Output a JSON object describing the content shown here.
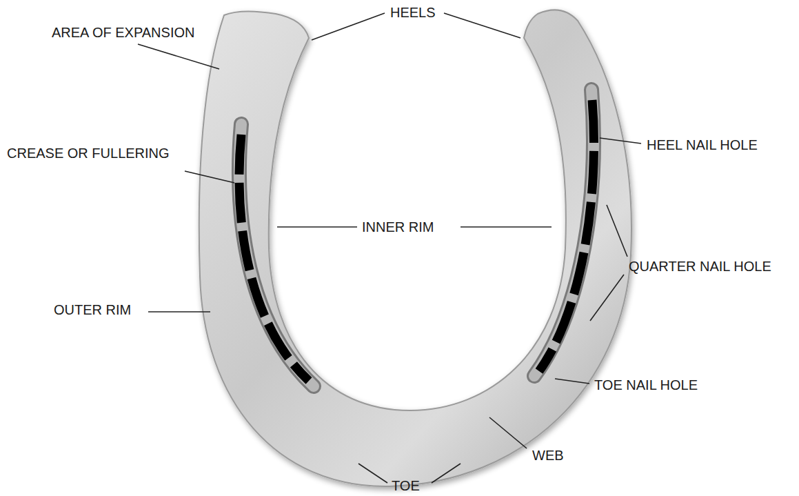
{
  "diagram": {
    "labels": [
      "HEELS",
      "AREA OF EXPANSION",
      "CREASE OR FULLERING",
      "HEEL NAIL HOLE",
      "INNER RIM",
      "QUARTER NAIL HOLE",
      "OUTER RIM",
      "TOE NAIL HOLE",
      "WEB",
      "TOE"
    ]
  }
}
